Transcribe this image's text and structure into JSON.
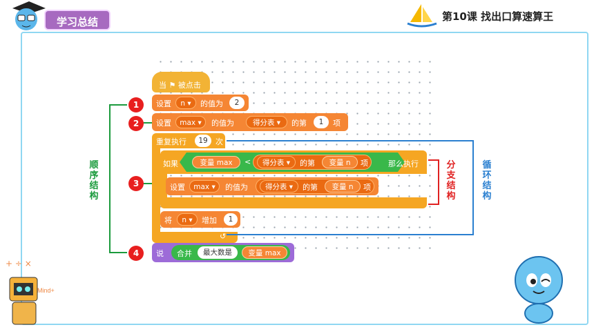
{
  "header": {
    "tag": "学习总结",
    "lesson_title": "第10课  找出口算速算王"
  },
  "code": {
    "hat": "当 ⚑ 被点击",
    "step1": {
      "set": "设置",
      "var": "n ▾",
      "to": "的值为",
      "value": "2"
    },
    "step2": {
      "set": "设置",
      "var": "max ▾",
      "to": "的值为",
      "list": "得分表 ▾",
      "of": "的第",
      "index": "1",
      "item": "项"
    },
    "repeat": {
      "label": "重复执行",
      "count": "19",
      "unit": "次"
    },
    "if": {
      "label": "如果",
      "left": "变量 max",
      "op": "<",
      "list": "得分表 ▾",
      "of": "的第",
      "idx": "变量 n",
      "item": "项",
      "then": "那么执行"
    },
    "inner_set": {
      "set": "设置",
      "var": "max ▾",
      "to": "的值为",
      "list": "得分表 ▾",
      "of": "的第",
      "idx": "变量 n",
      "item": "项"
    },
    "change": {
      "label": "将",
      "var": "n ▾",
      "by": "增加",
      "value": "1"
    },
    "loop_arrow": "↺",
    "say": {
      "label": "说",
      "join": "合并",
      "text": "最大数是",
      "var": "变量 max"
    }
  },
  "markers": {
    "m1": "1",
    "m2": "2",
    "m3": "3",
    "m4": "4"
  },
  "annotations": {
    "sequence": "顺序结构",
    "branch": "分支结构",
    "loop": "循环结构"
  },
  "colors": {
    "sequence": "#1a9a3c",
    "branch": "#e02020",
    "loop": "#2a7fd0"
  }
}
